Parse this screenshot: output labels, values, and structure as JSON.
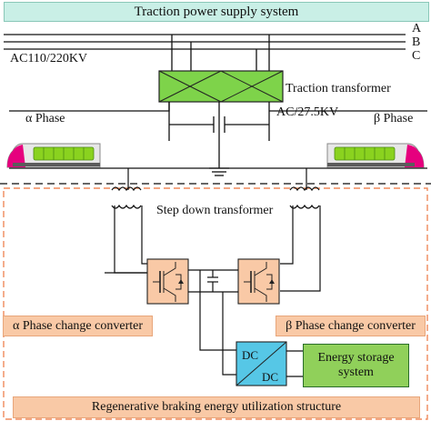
{
  "supply": {
    "title": "Traction power supply system",
    "phase_a": "A",
    "phase_b": "B",
    "phase_c": "C",
    "voltage": "AC110/220KV"
  },
  "transformer": {
    "label": "Traction transformer",
    "output_voltage": "AC/27.5KV"
  },
  "phases": {
    "alpha": "α Phase",
    "beta": "β Phase"
  },
  "step_down": {
    "label": "Step down transformer"
  },
  "converters": {
    "alpha_label": "α Phase change converter",
    "beta_label": "β Phase change converter"
  },
  "dcdc": {
    "top": "DC",
    "bottom": "DC"
  },
  "storage": {
    "label": "Energy storage system"
  },
  "structure": {
    "label": "Regenerative braking energy utilization structure"
  },
  "colors": {
    "supply_banner": "#c9efe6",
    "transformer_fill": "#7ed34a",
    "converter_fill": "#f9c9a6",
    "label_fill": "#f9c9a6",
    "dcdc_fill": "#56c7e6",
    "storage_fill": "#90d05a",
    "train_body": "#e7e7e7",
    "train_nose": "#e6007e",
    "train_windows": "#8ad21f",
    "dashed_black": "#333333",
    "dashed_orange": "#f08a5c"
  }
}
